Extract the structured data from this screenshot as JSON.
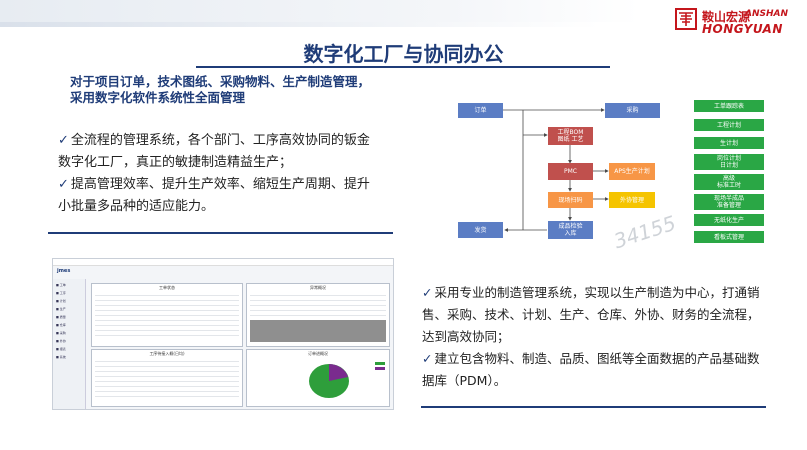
{
  "logo": {
    "cn": "鞍山宏源",
    "en1": "ANSHAN",
    "en2": "HONGYUAN"
  },
  "title": "数字化工厂与协同办公",
  "heading": "对于项目订单，技术图纸、采购物料、生产制造管理，采用数字化软件系统性全面管理",
  "left_bullets": [
    "全流程的管理系统，各个部门、工序高效协同的钣金数字化工厂，真正的敏捷制造精益生产；",
    "提高管理效率、提升生产效率、缩短生产周期、提升小批量多品种的适应能力。"
  ],
  "right_bullets": [
    "采用专业的制造管理系统，实现以生产制造为中心，打通销售、采购、技术、计划、生产、仓库、外协、财务的全流程，达到高效协同；",
    "建立包含物料、制造、品质、图纸等全面数据的产品基础数据库（PDM）。"
  ],
  "checkmark": "✓",
  "flowchart": {
    "order": "订单",
    "purchase": "采购",
    "bom": "工程BOM\n图纸 工艺",
    "pmc": "PMC",
    "aps": "APS生产计划",
    "onsite_scan": "现场扫码",
    "outsource": "外协管理",
    "inspection": "成品检验\n入库",
    "shipping": "发货",
    "watermark": "34155",
    "green_items": [
      "工单跟踪表",
      "工程计划",
      "生计划",
      "岗位计划\n日计划",
      "高级\n标准工时",
      "现场半成品\n准备管理",
      "无纸化生产",
      "看板式管理"
    ]
  },
  "screenshot": {
    "logo": "jmes",
    "panel1_title": "工单状态",
    "panel2_title": "异常概况",
    "panel3_title": "工序待接入概(日均)",
    "panel4_title": "订单进概况"
  }
}
